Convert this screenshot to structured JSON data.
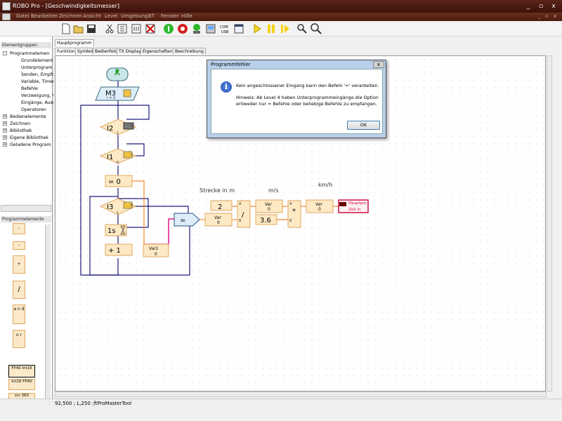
{
  "window": {
    "title": "ROBO Pro - [Geschwindigkeitsmesser]"
  },
  "menu": [
    "Datei",
    "Bearbeiten",
    "Zeichnen",
    "Ansicht",
    "Level",
    "Umgebung",
    "BT",
    "Fenster",
    "Hilfe"
  ],
  "window_buttons": {
    "minimize": "_",
    "restore": "▫",
    "close": "x"
  },
  "left_panel": {
    "groups_header": "Elementgruppen",
    "tree": [
      {
        "label": "Programmelemen",
        "expanded": true
      },
      {
        "label": "Grundelement",
        "child": true
      },
      {
        "label": "Unterprogram",
        "child": true
      },
      {
        "label": "Senden, Empfa",
        "child": true
      },
      {
        "label": "Variable, Timer",
        "child": true
      },
      {
        "label": "Befehle",
        "child": true
      },
      {
        "label": "Verzweigung, V",
        "child": true
      },
      {
        "label": "Eingänge, Ausg",
        "child": true
      },
      {
        "label": "Operatoren",
        "child": true
      },
      {
        "label": "Bedienelemente",
        "expanded": false
      },
      {
        "label": "Zeichnen",
        "expanded": false
      },
      {
        "label": "Bibliothek",
        "expanded": false
      },
      {
        "label": "Eigene Bibliothek",
        "expanded": false
      },
      {
        "label": "Geladene Program",
        "expanded": false
      }
    ],
    "elements_header": "Programmelemente",
    "palette": [
      "-",
      "-",
      "+",
      "/",
      "a n d",
      "o r",
      "FP40 Int16",
      "Int16 FP40",
      "sin 360"
    ]
  },
  "tabs_top": [
    "Hauptprogramm"
  ],
  "tabs": [
    "Funktion",
    "Symbol",
    "Bedienfeld",
    "TX Display",
    "Eigenschaften",
    "Beschreibung"
  ],
  "flowchart": {
    "subprogram": "M3",
    "subprogram_sub": "I = 0",
    "branch1": "I2",
    "branch2": "I1",
    "branch3": "I3",
    "port0": "0",
    "port1": "1",
    "assign": "= 0",
    "wait": "1s",
    "add": "+ 1",
    "var1": "Var1",
    "var1_value": "0",
    "compare": "=",
    "const_2": "2",
    "const_36": "3.6",
    "var": "Var",
    "var_value": "0",
    "divide": "/",
    "multiply": "*",
    "port_a": "A",
    "port_b": "B",
    "label_strecke": "Strecke in m",
    "label_ms": "m/s",
    "label_kmh": "km/h",
    "output_label1": "Hauptpro",
    "output_label2": "Zeit in"
  },
  "dialog": {
    "title": "Programmfehler",
    "close": "x",
    "message": "Kein angeschlossener Eingang kann den Befehl '=' verarbeiten.",
    "hint_line1": "Hinweis: Ab Level 4 haben Unterprogrammeingänge die Option",
    "hint_line2": "entweder nur = Befehle oder beliebige Befehle zu empfangen.",
    "ok": "OK"
  },
  "status": {
    "text": "92,500 ; L,250 ;ftProMasterTool"
  },
  "colors": {
    "flow_line": "#1a1a7a",
    "data_line": "#f08a2e",
    "selected_line": "#e0148c",
    "element_fill": "#fde9c4"
  }
}
